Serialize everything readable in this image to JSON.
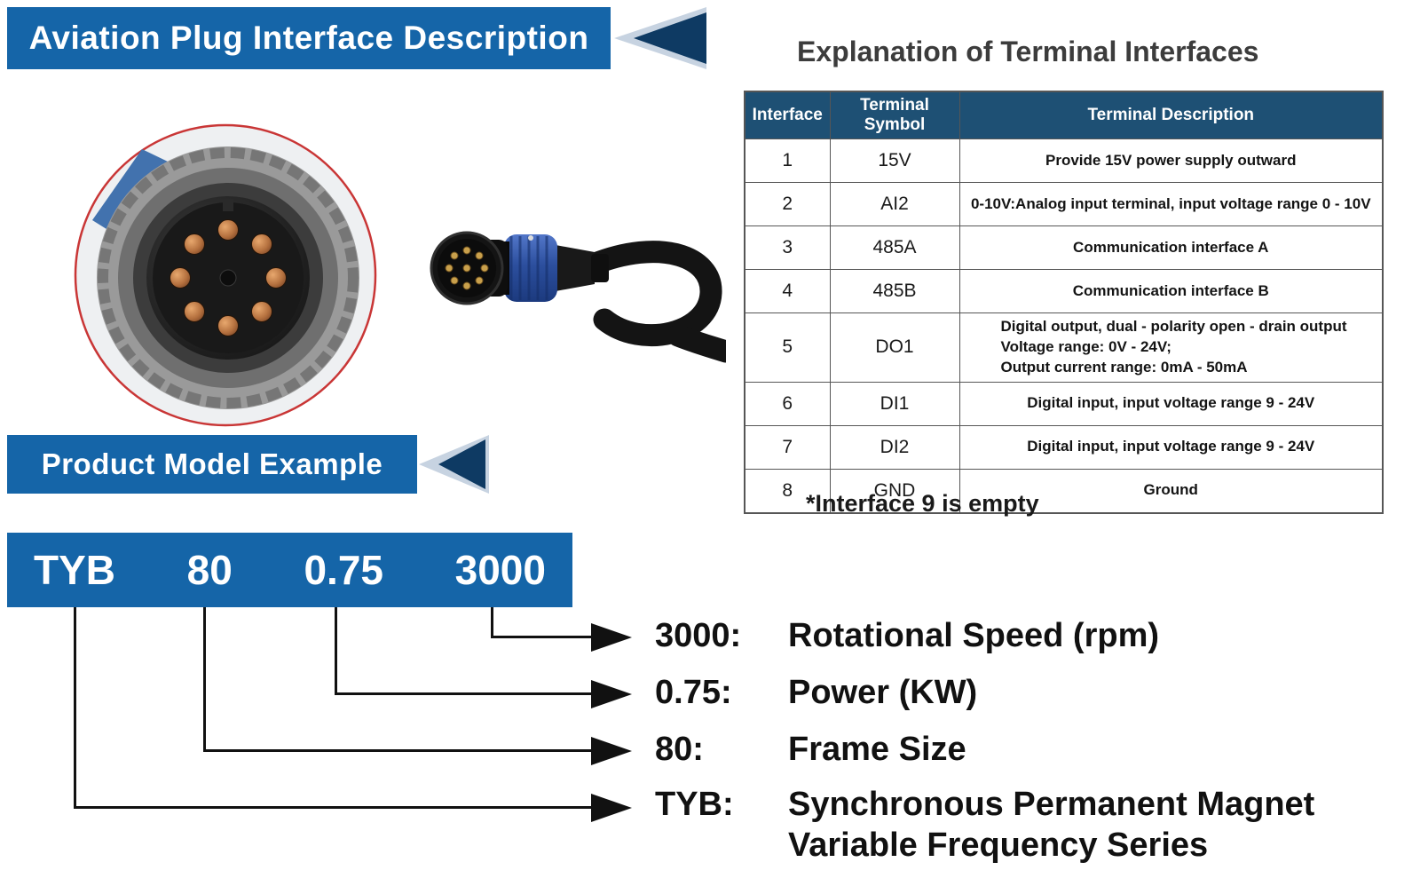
{
  "colors": {
    "banner_blue": "#1565a8",
    "banner_dark_triangle": "#0e3a63",
    "banner_light_triangle": "#c7d3e1",
    "table_header_bg": "#1e5074",
    "line_black": "#111111",
    "photo_ring_red": "#c93636",
    "plug_blue": "#2c4f9e",
    "pin_copper": "#b5713f"
  },
  "sections": {
    "aviation_banner_title": "Aviation Plug Interface Description",
    "model_banner_title": "Product Model Example"
  },
  "terminal_table": {
    "heading": "Explanation of Terminal Interfaces",
    "columns": [
      "Interface",
      "Terminal Symbol",
      "Terminal Description"
    ],
    "rows": [
      {
        "interface": "1",
        "symbol": "15V",
        "description": "Provide 15V power supply outward"
      },
      {
        "interface": "2",
        "symbol": "AI2",
        "description": "0-10V:Analog input terminal, input voltage range 0 - 10V"
      },
      {
        "interface": "3",
        "symbol": "485A",
        "description": "Communication interface A"
      },
      {
        "interface": "4",
        "symbol": "485B",
        "description": "Communication interface B"
      },
      {
        "interface": "5",
        "symbol": "DO1",
        "description": "Digital output, dual - polarity open - drain output\nVoltage range: 0V - 24V;\nOutput current range: 0mA - 50mA"
      },
      {
        "interface": "6",
        "symbol": "DI1",
        "description": "Digital input, input voltage range 9 - 24V"
      },
      {
        "interface": "7",
        "symbol": "DI2",
        "description": "Digital input, input voltage range 9 - 24V"
      },
      {
        "interface": "8",
        "symbol": "GND",
        "description": "Ground"
      }
    ],
    "footnote": "*Interface 9 is empty"
  },
  "model_example": {
    "segments": [
      "TYB",
      "80",
      "0.75",
      "3000"
    ],
    "legend": [
      {
        "code": "3000:",
        "meaning": "Rotational Speed (rpm)"
      },
      {
        "code": "0.75:",
        "meaning": "Power (KW)"
      },
      {
        "code": "80:",
        "meaning": "Frame Size"
      },
      {
        "code": "TYB:",
        "meaning": "Synchronous Permanent Magnet Variable Frequency Series"
      }
    ]
  }
}
